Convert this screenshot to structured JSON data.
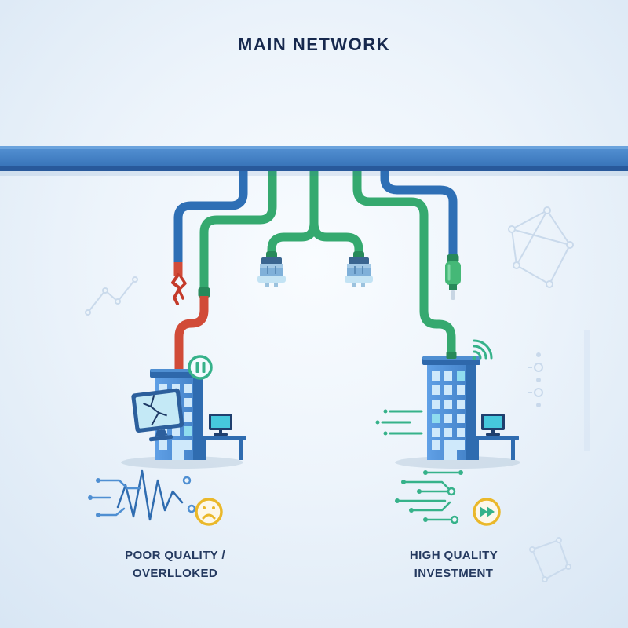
{
  "title": "MAIN NETWORK",
  "captions": {
    "left": {
      "line1": "POOR QUALITY /",
      "line2": "OVERLLOKED"
    },
    "right": {
      "line1": "HIGH QUALITY",
      "line2": "INVESTMENT"
    }
  },
  "icons": {
    "left_status": "pause-icon",
    "left_mood": "sad-face-icon",
    "right_signal": "wifi-icon",
    "right_speed": "fast-forward-icon",
    "broken_cable": "frayed-cable-icon",
    "plugs": "power-plug-icon",
    "connector": "jack-connector-icon"
  },
  "colors": {
    "background": "#e9f1fa",
    "backbone": "#3b7ec9",
    "backbone_dark": "#28599b",
    "cable_blue": "#2e6fb5",
    "cable_green": "#35a96f",
    "cable_red": "#d14b38",
    "building": "#4a8fd4",
    "building_shade": "#2f6cb0",
    "accent_teal": "#46c8dd",
    "badge_yellow": "#eab82a",
    "badge_green": "#36b28a",
    "text": "#17294e"
  }
}
